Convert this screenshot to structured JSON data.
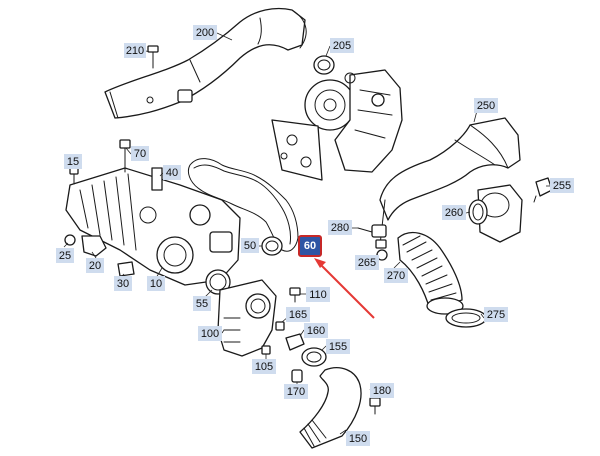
{
  "callouts": [
    {
      "id": "210",
      "label": "210"
    },
    {
      "id": "200",
      "label": "200"
    },
    {
      "id": "205",
      "label": "205"
    },
    {
      "id": "250",
      "label": "250"
    },
    {
      "id": "15",
      "label": "15"
    },
    {
      "id": "70",
      "label": "70"
    },
    {
      "id": "40",
      "label": "40"
    },
    {
      "id": "255",
      "label": "255"
    },
    {
      "id": "260",
      "label": "260"
    },
    {
      "id": "280",
      "label": "280"
    },
    {
      "id": "50",
      "label": "50"
    },
    {
      "id": "60",
      "label": "60"
    },
    {
      "id": "25",
      "label": "25"
    },
    {
      "id": "20",
      "label": "20"
    },
    {
      "id": "265",
      "label": "265"
    },
    {
      "id": "270",
      "label": "270"
    },
    {
      "id": "30",
      "label": "30"
    },
    {
      "id": "10",
      "label": "10"
    },
    {
      "id": "110",
      "label": "110"
    },
    {
      "id": "55",
      "label": "55"
    },
    {
      "id": "275",
      "label": "275"
    },
    {
      "id": "165",
      "label": "165"
    },
    {
      "id": "100",
      "label": "100"
    },
    {
      "id": "160",
      "label": "160"
    },
    {
      "id": "155",
      "label": "155"
    },
    {
      "id": "105",
      "label": "105"
    },
    {
      "id": "180",
      "label": "180"
    },
    {
      "id": "170",
      "label": "170"
    },
    {
      "id": "150",
      "label": "150"
    }
  ],
  "highlight": {
    "label": "60",
    "box_color": "#2f55a4",
    "border_color": "#c62828",
    "arrow_color": "#e53935"
  },
  "colors": {
    "callout_fill": "#cfdcee",
    "line": "#1a1a1a"
  }
}
